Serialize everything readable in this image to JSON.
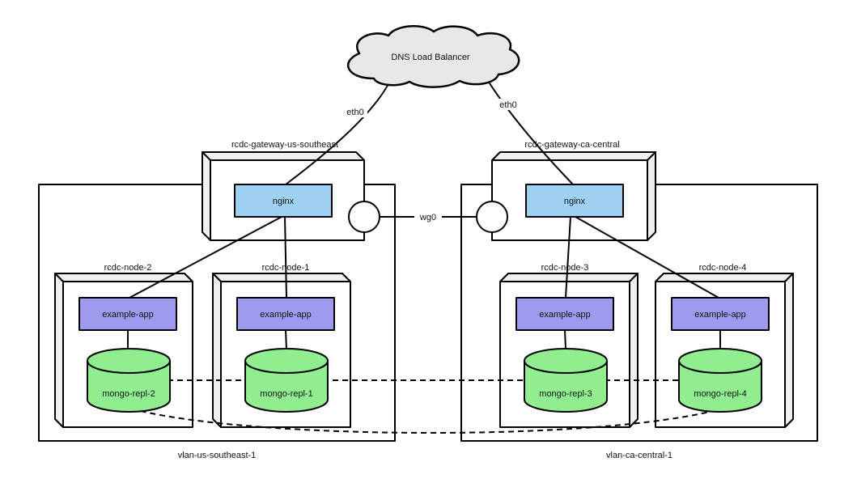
{
  "diagram": {
    "cloud": {
      "label": "DNS Load Balancer"
    },
    "interfaces": {
      "eth0_left": "eth0",
      "eth0_right": "eth0",
      "wg0": "wg0"
    },
    "gateways": [
      {
        "name": "rcdc-gateway-us-southeast",
        "service": "nginx"
      },
      {
        "name": "rcdc-gateway-ca-central",
        "service": "nginx"
      }
    ],
    "vlans": [
      {
        "name": "vlan-us-southeast-1"
      },
      {
        "name": "vlan-ca-central-1"
      }
    ],
    "nodes": [
      {
        "name": "rcdc-node-2",
        "app": "example-app",
        "db": "mongo-repl-2"
      },
      {
        "name": "rcdc-node-1",
        "app": "example-app",
        "db": "mongo-repl-1"
      },
      {
        "name": "rcdc-node-3",
        "app": "example-app",
        "db": "mongo-repl-3"
      },
      {
        "name": "rcdc-node-4",
        "app": "example-app",
        "db": "mongo-repl-4"
      }
    ],
    "colors": {
      "nginx_fill": "#9ed0f2",
      "app_fill": "#9e9bee",
      "db_fill": "#90ee90",
      "cloud_fill": "#e8e8e8",
      "box_side_fill": "#efefef",
      "stroke": "#000000"
    }
  }
}
